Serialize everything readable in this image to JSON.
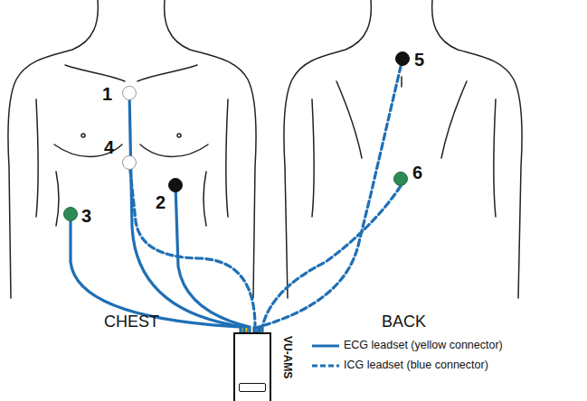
{
  "diagram": {
    "nodes": [
      {
        "text": [
          "1"
        ]
      },
      {
        "text": [
          "4"
        ]
      },
      {
        "text": [
          "2"
        ]
      },
      {
        "text": [
          "3"
        ]
      },
      {
        "text": [
          "5"
        ]
      },
      {
        "text": [
          "6"
        ]
      },
      {
        "text": [
          "VU-AMS"
        ]
      }
    ],
    "edges": [
      {
        "from": 0,
        "to": 6,
        "arrow": "none"
      },
      {
        "from": 2,
        "to": 6,
        "arrow": "none"
      },
      {
        "from": 3,
        "to": 6,
        "arrow": "none"
      },
      {
        "from": 1,
        "to": 6,
        "arrow": "none"
      },
      {
        "from": 4,
        "to": 6,
        "arrow": "none"
      },
      {
        "from": 5,
        "to": 6,
        "arrow": "none"
      }
    ],
    "labels": [
      "CHEST",
      "BACK"
    ],
    "legend": [
      {
        "text": "ECG leadset (yellow connector)"
      },
      {
        "text": "ICG leadset (blue connector)"
      }
    ]
  }
}
